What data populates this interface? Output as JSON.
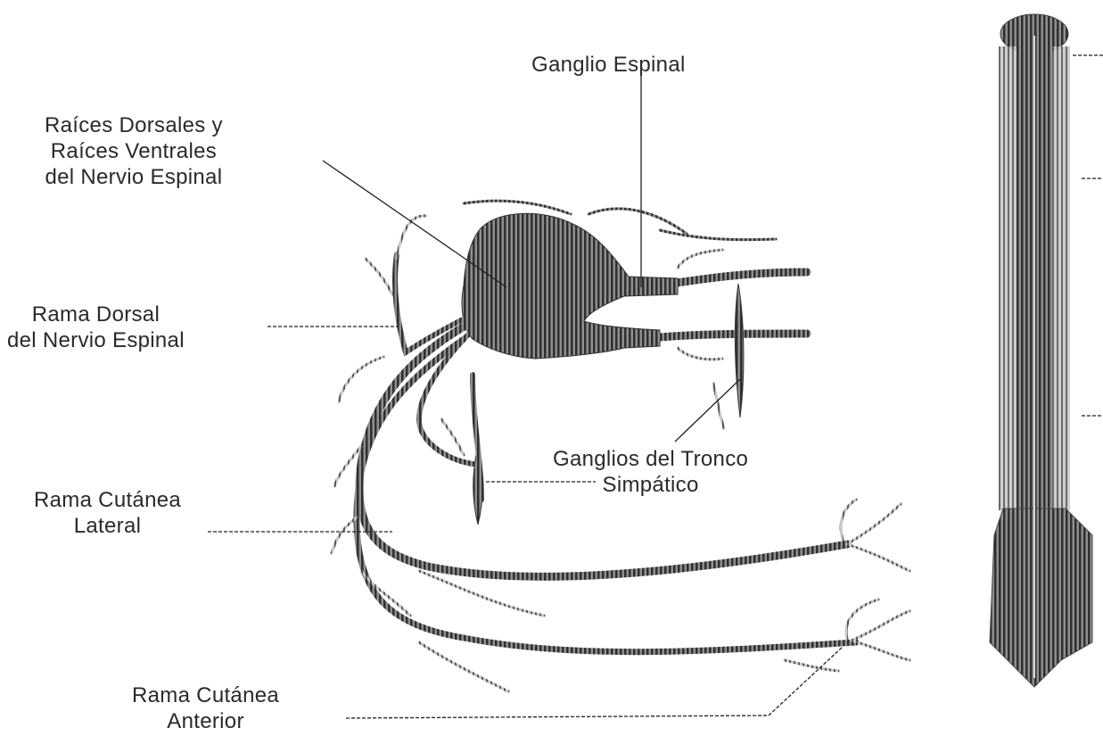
{
  "diagram": {
    "labels": {
      "ganglio_espinal": [
        "Ganglio Espinal"
      ],
      "raices": [
        "Raíces Dorsales y",
        "Raíces Ventrales",
        "del Nervio Espinal"
      ],
      "rama_dorsal": [
        "Rama Dorsal",
        "del Nervio Espinal"
      ],
      "ganglios_tronco": [
        "Ganglios del Tronco",
        "Simpático"
      ],
      "rama_lateral": [
        "Rama Cutánea",
        "Lateral"
      ],
      "rama_anterior": [
        "Rama Cutánea",
        "Anterior"
      ]
    },
    "colors": {
      "ink": "#2a2a2a",
      "stripe_dark": "#3a3a3a",
      "stripe_light": "#9a9a9a",
      "background": "#ffffff"
    }
  }
}
